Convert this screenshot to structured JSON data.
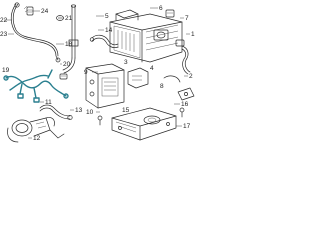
{
  "highlight_color": "#2a7f8f",
  "callouts": {
    "n1": "1",
    "n2": "2",
    "n3": "3",
    "n4": "4",
    "n5": "5",
    "n6": "6",
    "n7": "7",
    "n8": "8",
    "n9": "9",
    "n10": "10",
    "n11": "11",
    "n12": "12",
    "n13": "13",
    "n14": "14",
    "n15": "15",
    "n16": "16",
    "n17": "17",
    "n18": "18",
    "n19": "19",
    "n20": "20",
    "n21": "21",
    "n22": "22",
    "n23": "23",
    "n24": "24"
  }
}
